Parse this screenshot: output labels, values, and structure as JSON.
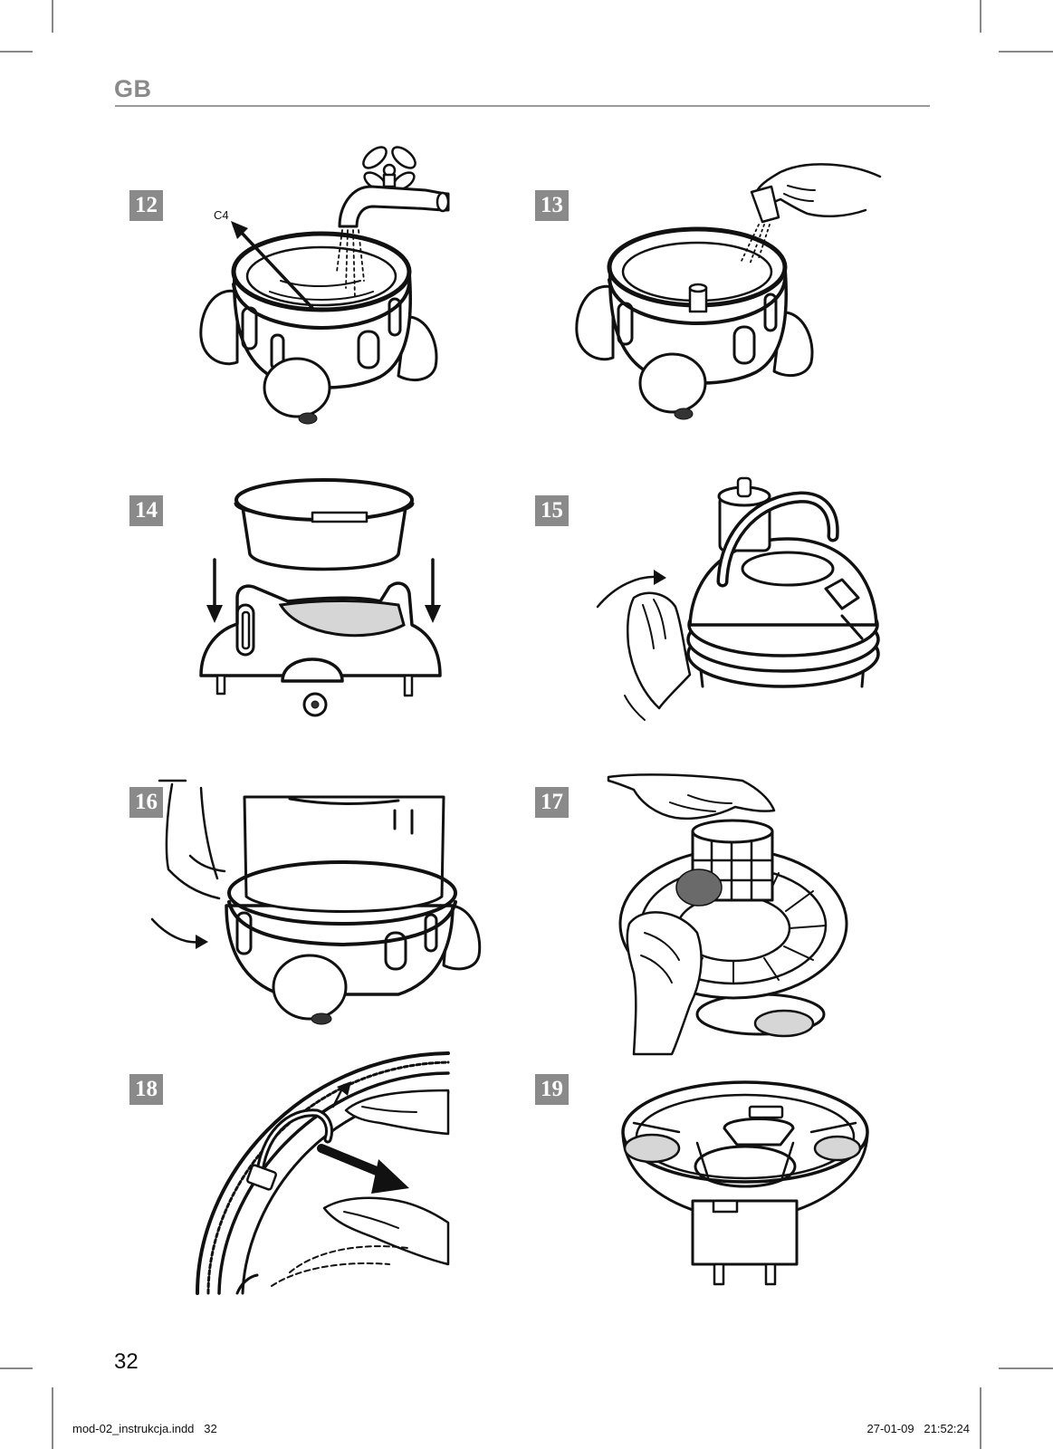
{
  "header": {
    "language_code": "GB"
  },
  "figures": [
    {
      "number": "12"
    },
    {
      "number": "13"
    },
    {
      "number": "14"
    },
    {
      "number": "15"
    },
    {
      "number": "16"
    },
    {
      "number": "17"
    },
    {
      "number": "18"
    },
    {
      "number": "19"
    }
  ],
  "figure12": {
    "callout": "C4"
  },
  "page": {
    "number": "32"
  },
  "footer": {
    "file": "mod-02_instrukcja.indd   32",
    "timestamp": "27-01-09   21:52:24"
  },
  "colors": {
    "header_text": "#8a8a8a",
    "badge_background": "#8a8a8a",
    "badge_text": "#ffffff",
    "line_art": "#111111"
  }
}
